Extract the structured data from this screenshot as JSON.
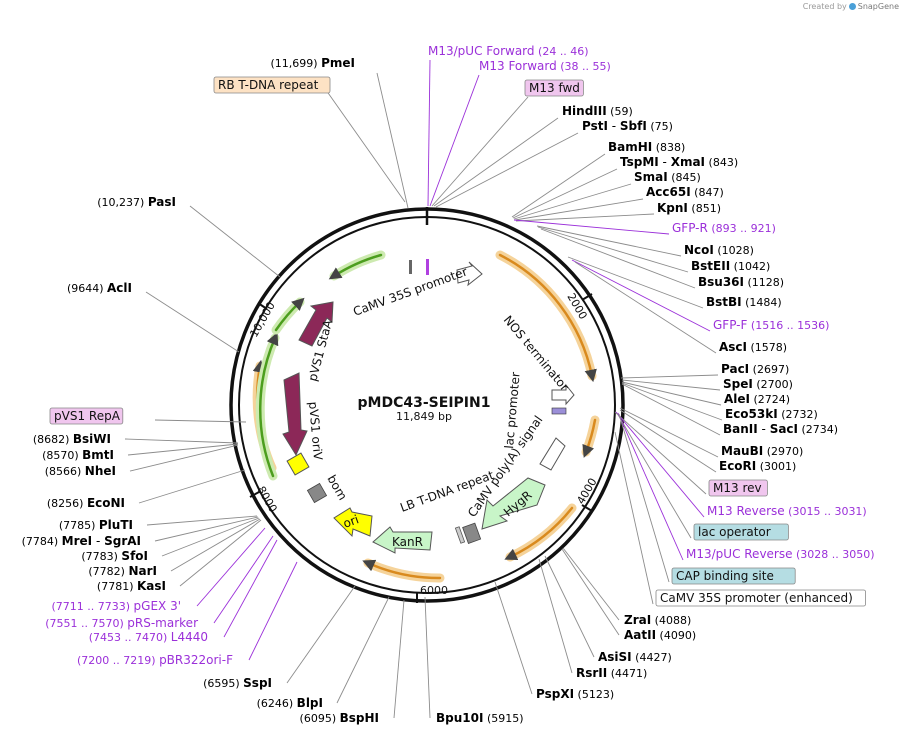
{
  "credit": {
    "prefix": "Created by",
    "brand": "SnapGene"
  },
  "plasmid": {
    "name": "pMDC43-SEIPIN1",
    "size": "11,849 bp"
  },
  "tick_labels": [
    "2000",
    "4000",
    "6000",
    "8000",
    "10,000"
  ],
  "features_inner": [
    "CaMV 35S promoter",
    "NOS terminator",
    "lac promoter",
    "CaMV poly(A) signal",
    "HygR",
    "LB T-DNA repeat",
    "KanR",
    "ori",
    "bom",
    "pVS1 oriV",
    "pVS1 StaA"
  ],
  "sites": [
    {
      "name": "PmeI",
      "pos": "(11,699)",
      "side": "left"
    },
    {
      "name": "M13/pUC Forward",
      "pos": "(24 .. 46)",
      "side": "right",
      "color": "purple"
    },
    {
      "name": "M13 Forward",
      "pos": "(38 .. 55)",
      "side": "right",
      "color": "purple"
    },
    {
      "name": "RB T-DNA repeat",
      "box": "#fde2c4",
      "side": "left"
    },
    {
      "name": "M13 fwd",
      "box": "#f0c6ee",
      "side": "right"
    },
    {
      "name": "HindIII",
      "pos": "(59)",
      "side": "right"
    },
    {
      "name": "PstI",
      "name2": "SbfI",
      "pos": "(75)",
      "side": "right"
    },
    {
      "name": "BamHI",
      "pos": "(838)",
      "side": "right"
    },
    {
      "name": "TspMI",
      "name2": "XmaI",
      "pos": "(843)",
      "side": "right"
    },
    {
      "name": "SmaI",
      "pos": "(845)",
      "side": "right"
    },
    {
      "name": "Acc65I",
      "pos": "(847)",
      "side": "right"
    },
    {
      "name": "KpnI",
      "pos": "(851)",
      "side": "right"
    },
    {
      "name": "GFP-R",
      "pos": "(893 .. 921)",
      "side": "right",
      "color": "purple"
    },
    {
      "name": "NcoI",
      "pos": "(1028)",
      "side": "right"
    },
    {
      "name": "BstEII",
      "pos": "(1042)",
      "side": "right"
    },
    {
      "name": "Bsu36I",
      "pos": "(1128)",
      "side": "right"
    },
    {
      "name": "BstBI",
      "pos": "(1484)",
      "side": "right"
    },
    {
      "name": "GFP-F",
      "pos": "(1516 .. 1536)",
      "side": "right",
      "color": "purple"
    },
    {
      "name": "AscI",
      "pos": "(1578)",
      "side": "right"
    },
    {
      "name": "PacI",
      "pos": "(2697)",
      "side": "right"
    },
    {
      "name": "SpeI",
      "pos": "(2700)",
      "side": "right"
    },
    {
      "name": "AleI",
      "pos": "(2724)",
      "side": "right"
    },
    {
      "name": "Eco53kI",
      "pos": "(2732)",
      "side": "right"
    },
    {
      "name": "BanII",
      "name2": "SacI",
      "pos": "(2734)",
      "side": "right"
    },
    {
      "name": "MauBI",
      "pos": "(2970)",
      "side": "right"
    },
    {
      "name": "EcoRI",
      "pos": "(3001)",
      "side": "right"
    },
    {
      "name": "M13 rev",
      "box": "#f0c6ee",
      "side": "right"
    },
    {
      "name": "M13 Reverse",
      "pos": "(3015 .. 3031)",
      "side": "right",
      "color": "purple"
    },
    {
      "name": "lac operator",
      "box": "#b5dde3",
      "side": "right"
    },
    {
      "name": "M13/pUC Reverse",
      "pos": "(3028 .. 3050)",
      "side": "right",
      "color": "purple"
    },
    {
      "name": "CAP binding site",
      "box": "#b5dde3",
      "side": "right"
    },
    {
      "name": "CaMV 35S promoter (enhanced)",
      "box": "#ffffff",
      "side": "right"
    },
    {
      "name": "ZraI",
      "pos": "(4088)",
      "side": "right"
    },
    {
      "name": "AatII",
      "pos": "(4090)",
      "side": "right"
    },
    {
      "name": "AsiSI",
      "pos": "(4427)",
      "side": "right"
    },
    {
      "name": "RsrII",
      "pos": "(4471)",
      "side": "right"
    },
    {
      "name": "PspXI",
      "pos": "(5123)",
      "side": "right"
    },
    {
      "name": "Bpu10I",
      "pos": "(5915)",
      "side": "right"
    },
    {
      "name": "BspHI",
      "pos": "(6095)",
      "side": "left"
    },
    {
      "name": "BlpI",
      "pos": "(6246)",
      "side": "left"
    },
    {
      "name": "SspI",
      "pos": "(6595)",
      "side": "left"
    },
    {
      "name": "pBR322ori-F",
      "pos": "(7200 .. 7219)",
      "side": "left",
      "color": "purple"
    },
    {
      "name": "L4440",
      "pos": "(7453 .. 7470)",
      "side": "left",
      "color": "purple"
    },
    {
      "name": "pRS-marker",
      "pos": "(7551 .. 7570)",
      "side": "left",
      "color": "purple"
    },
    {
      "name": "pGEX 3'",
      "pos": "(7711 .. 7733)",
      "side": "left",
      "color": "purple"
    },
    {
      "name": "KasI",
      "pos": "(7781)",
      "side": "left"
    },
    {
      "name": "NarI",
      "pos": "(7782)",
      "side": "left"
    },
    {
      "name": "SfoI",
      "pos": "(7783)",
      "side": "left"
    },
    {
      "name": "MreI",
      "name2": "SgrAI",
      "pos": "(7784)",
      "side": "left"
    },
    {
      "name": "PluTI",
      "pos": "(7785)",
      "side": "left"
    },
    {
      "name": "EcoNI",
      "pos": "(8256)",
      "side": "left"
    },
    {
      "name": "NheI",
      "pos": "(8566)",
      "side": "left"
    },
    {
      "name": "BmtI",
      "pos": "(8570)",
      "side": "left"
    },
    {
      "name": "BsiWI",
      "pos": "(8682)",
      "side": "left"
    },
    {
      "name": "pVS1 RepA",
      "box": "#f0c6ee",
      "side": "left"
    },
    {
      "name": "AclI",
      "pos": "(9644)",
      "side": "left"
    },
    {
      "name": "PasI",
      "pos": "(10,237)",
      "side": "left"
    }
  ],
  "colors": {
    "primer": "#9b30d9",
    "enzyme": "#000000",
    "line": "#8c8c8c",
    "ring": "#222222"
  }
}
